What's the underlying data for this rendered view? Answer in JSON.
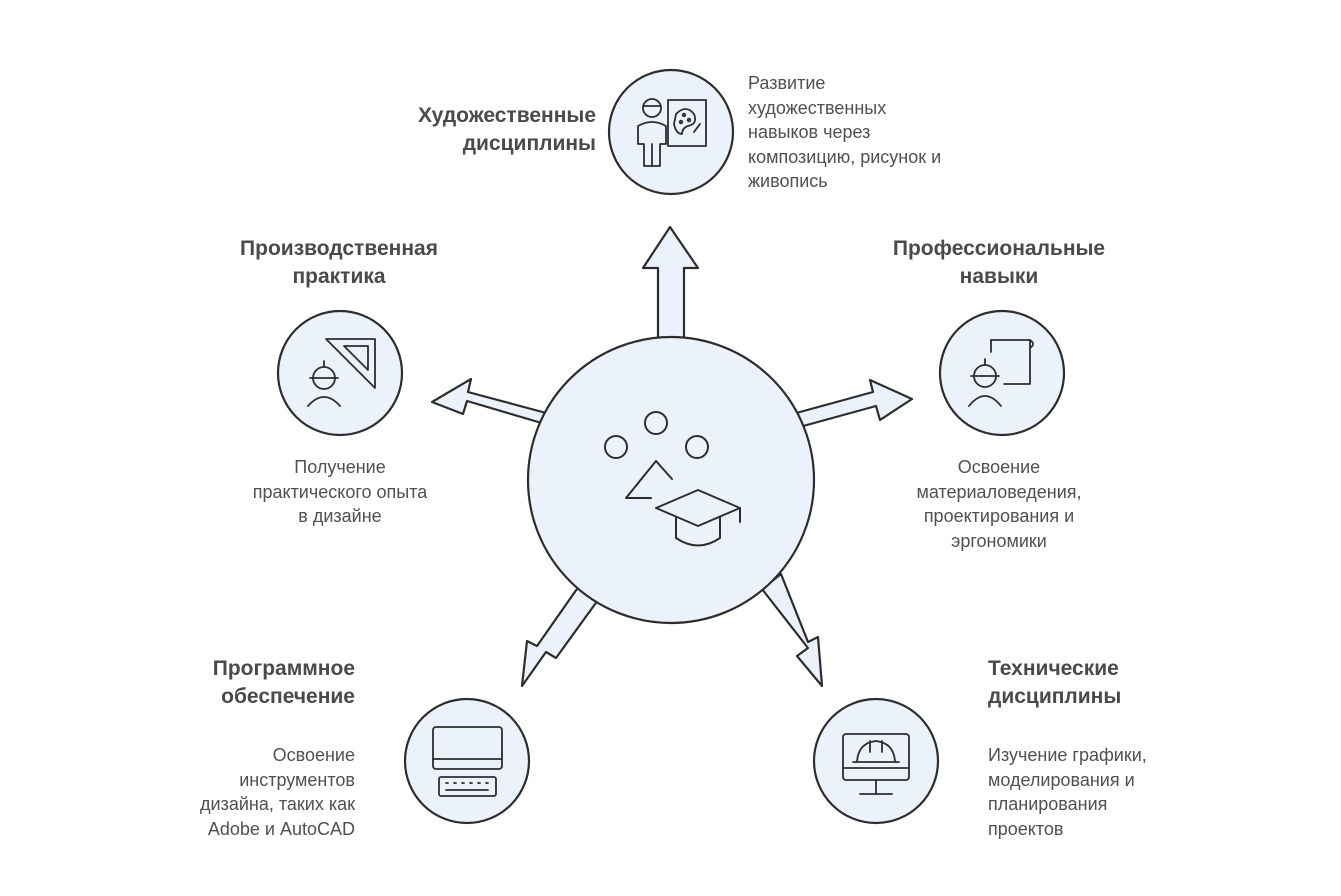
{
  "colors": {
    "fill": "#ebf2fc",
    "stroke": "#2d2d2d",
    "title": "#4a4a4a",
    "text": "#505050"
  },
  "center": {
    "icon": "student-cap-icon"
  },
  "nodes": [
    {
      "id": "art",
      "icon": "artist-palette-icon",
      "title": "Художественные\nдисциплины",
      "description": "Развитие\nхудожественных\nнавыков через\nкомпозицию, рисунок и\nживопись"
    },
    {
      "id": "professional",
      "icon": "engineer-blueprint-icon",
      "title": "Профессиональные\nнавыки",
      "description": "Освоение\nматериаловедения,\nпроектирования и\nэргономики"
    },
    {
      "id": "technical",
      "icon": "monitor-helmet-icon",
      "title": "Технические\nдисциплины",
      "description": "Изучение графики,\nмоделирования и\nпланирования\nпроектов"
    },
    {
      "id": "software",
      "icon": "computer-keyboard-icon",
      "title": "Программное\nобеспечение",
      "description": "Освоение\nинструментов\nдизайна, таких как\nAdobe и AutoCAD"
    },
    {
      "id": "practice",
      "icon": "engineer-set-square-icon",
      "title": "Производственная\nпрактика",
      "description": "Получение\nпрактического опыта\nв дизайне"
    }
  ]
}
